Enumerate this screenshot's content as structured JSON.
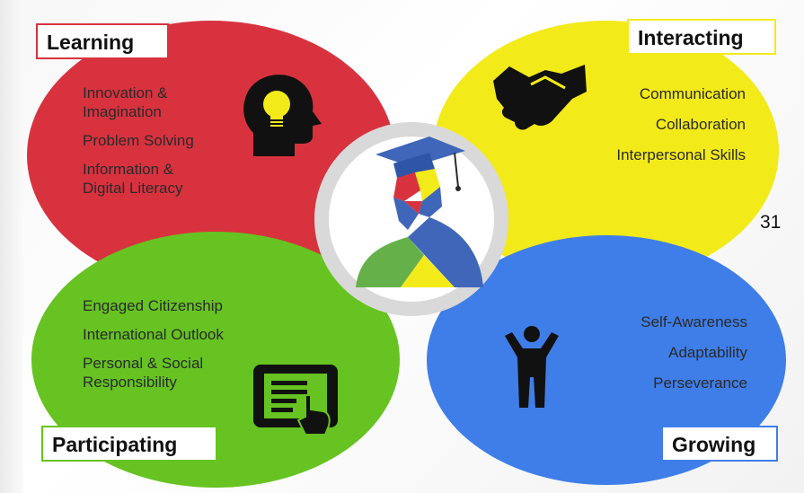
{
  "quadrants": {
    "learning": {
      "title": "Learning",
      "color": "#d8323f",
      "icon": "head-lightbulb-icon",
      "items": [
        "Innovation & Imagination",
        "Problem Solving",
        "Information & Digital Literacy"
      ],
      "item_lines": [
        [
          "Innovation &",
          "Imagination"
        ],
        [
          "Problem Solving"
        ],
        [
          "Information &",
          "Digital Literacy"
        ]
      ]
    },
    "interacting": {
      "title": "Interacting",
      "color": "#f3ea1a",
      "icon": "handshake-icon",
      "items": [
        "Communication",
        "Collaboration",
        "Interpersonal Skills"
      ]
    },
    "participating": {
      "title": "Participating",
      "color": "#66c321",
      "icon": "tablet-touch-icon",
      "items": [
        "Engaged Citizenship",
        "International Outlook",
        "Personal & Social Responsibility"
      ],
      "item_lines": [
        [
          "Engaged Citizenship"
        ],
        [
          "International Outlook"
        ],
        [
          "Personal & Social",
          "Responsibility"
        ]
      ]
    },
    "growing": {
      "title": "Growing",
      "color": "#3f7ee8",
      "icon": "person-arms-raised-icon",
      "items": [
        "Self-Awareness",
        "Adaptability",
        "Perseverance"
      ]
    }
  },
  "center_icon": "graduate-icon",
  "page_number": "31"
}
